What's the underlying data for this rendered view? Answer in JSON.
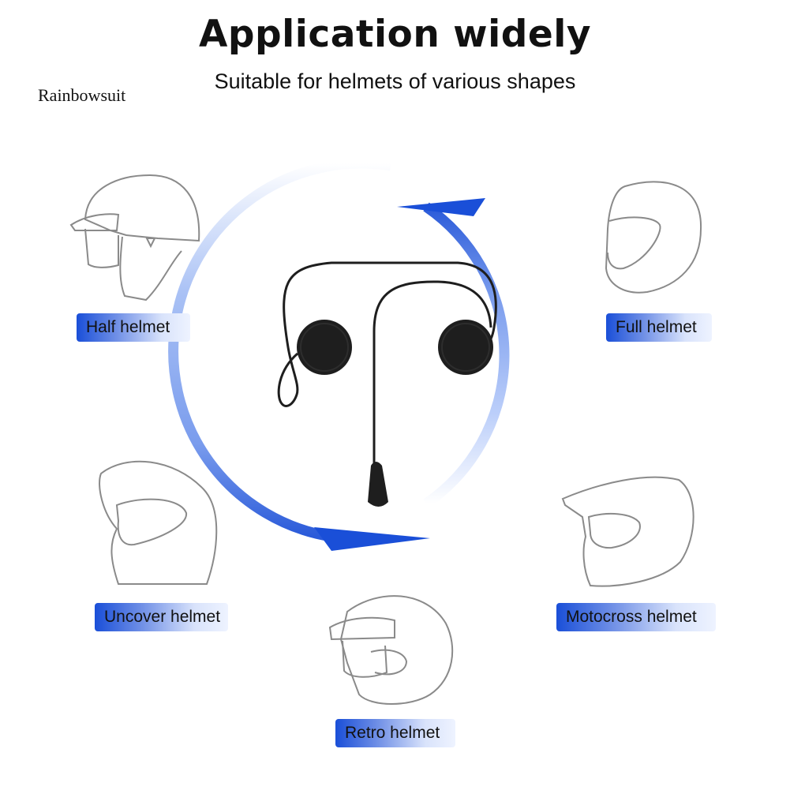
{
  "header": {
    "title": "Application widely",
    "subtitle": "Suitable for helmets of various shapes"
  },
  "watermark": "Rainbowsuit",
  "helmets": [
    {
      "label": "Half helmet"
    },
    {
      "label": "Full helmet"
    },
    {
      "label": "Uncover helmet"
    },
    {
      "label": "Motocross helmet"
    },
    {
      "label": "Retro helmet"
    }
  ],
  "colors": {
    "accent_blue": "#1a4fd8",
    "ring_light": "#c9d8fb",
    "outline_gray": "#8a8a8a",
    "headset_black": "#1e1e1e"
  }
}
